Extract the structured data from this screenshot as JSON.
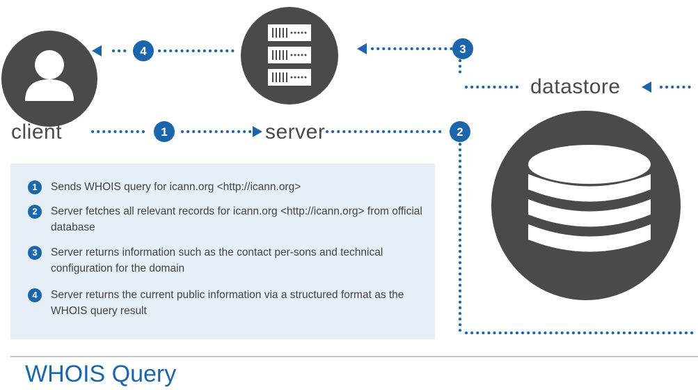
{
  "nodes": {
    "client": "client",
    "server": "server",
    "datastore": "datastore"
  },
  "steps": [
    "1",
    "2",
    "3",
    "4"
  ],
  "legend": [
    {
      "num": "1",
      "text": "Sends WHOIS query for icann.org <http://icann.org>"
    },
    {
      "num": "2",
      "text": "Server fetches all relevant records for icann.org <http://icann.org> from official database"
    },
    {
      "num": "3",
      "text": "Server returns information such as the contact per-sons and technical configuration for the domain"
    },
    {
      "num": "4",
      "text": "Server returns the current public information via a structured format as the WHOIS query result"
    }
  ],
  "title": "WHOIS Query",
  "colors": {
    "accent": "#1b65ad",
    "node": "#4a4a4a",
    "legend_bg": "#e6eef8",
    "rule": "#c8c8c8"
  }
}
